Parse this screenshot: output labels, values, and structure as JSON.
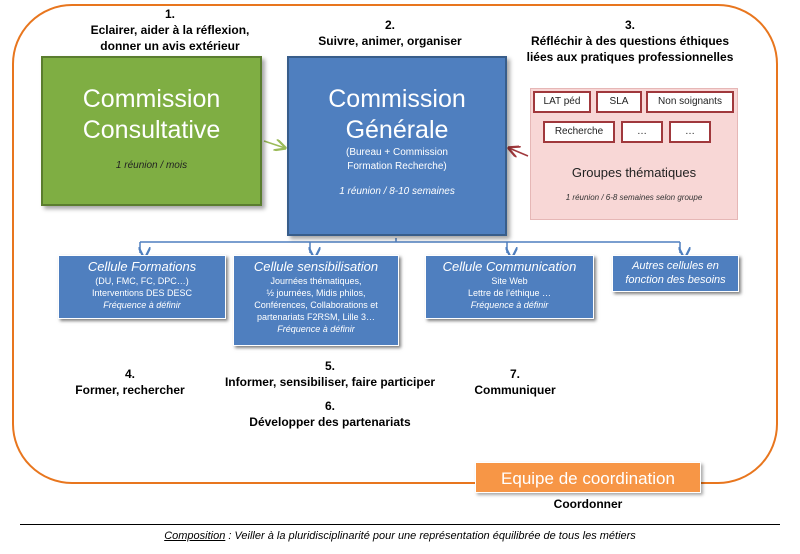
{
  "labels": {
    "n1": {
      "num": "1.",
      "l1": "Eclairer, aider à la réflexion,",
      "l2": "donner un avis extérieur"
    },
    "n2": {
      "num": "2.",
      "l1": "Suivre, animer, organiser"
    },
    "n3": {
      "num": "3.",
      "l1": "Réfléchir à des questions éthiques",
      "l2": "liées aux pratiques professionnelles"
    },
    "n4": {
      "num": "4.",
      "l1": "Former, rechercher"
    },
    "n5": {
      "num": "5.",
      "l1": "Informer, sensibiliser, faire participer"
    },
    "n6": {
      "num": "6.",
      "l1": "Développer des partenariats"
    },
    "n7": {
      "num": "7.",
      "l1": "Communiquer"
    },
    "coordonner": "Coordonner"
  },
  "commission_consultative": {
    "title1": "Commission",
    "title2": "Consultative",
    "freq": "1 réunion / mois"
  },
  "commission_generale": {
    "title1": "Commission",
    "title2": "Générale",
    "sub1": "(Bureau + Commission",
    "sub2": "Formation Recherche)",
    "freq": "1 réunion / 8-10 semaines"
  },
  "groupes": {
    "tags": [
      "LAT péd",
      "SLA",
      "Non soignants",
      "Recherche",
      "…",
      "…"
    ],
    "title": "Groupes thématiques",
    "freq": "1 réunion / 6-8 semaines selon groupe"
  },
  "cells": [
    {
      "title": "Cellule Formations",
      "lines": [
        "(DU, FMC, FC, DPC…)",
        "Interventions DES DESC"
      ],
      "freq": "Fréquence à définir"
    },
    {
      "title": "Cellule sensibilisation",
      "lines": [
        "Journées thématiques,",
        "½ journées, Midis philos,",
        "Conférences,  Collaborations et",
        "partenariats F2RSM, Lille 3…"
      ],
      "freq": "Fréquence à définir"
    },
    {
      "title": "Cellule Communication",
      "lines": [
        "Site Web",
        "Lettre de l’éthique …"
      ],
      "freq": "Fréquence à définir"
    },
    {
      "title1": "Autres cellules en",
      "title2": "fonction des besoins"
    }
  ],
  "coordination": "Equipe de coordination",
  "footer": {
    "underlined": "Composition",
    "rest": " : Veiller à la pluridisciplinarité pour une représentation équilibrée de tous les métiers"
  },
  "colors": {
    "frame": "#e8761e",
    "green": "#7fae43",
    "blue": "#4f7fbf",
    "pink": "#f8d7d6",
    "tag_border": "#a0383c",
    "orange": "#f79646"
  }
}
